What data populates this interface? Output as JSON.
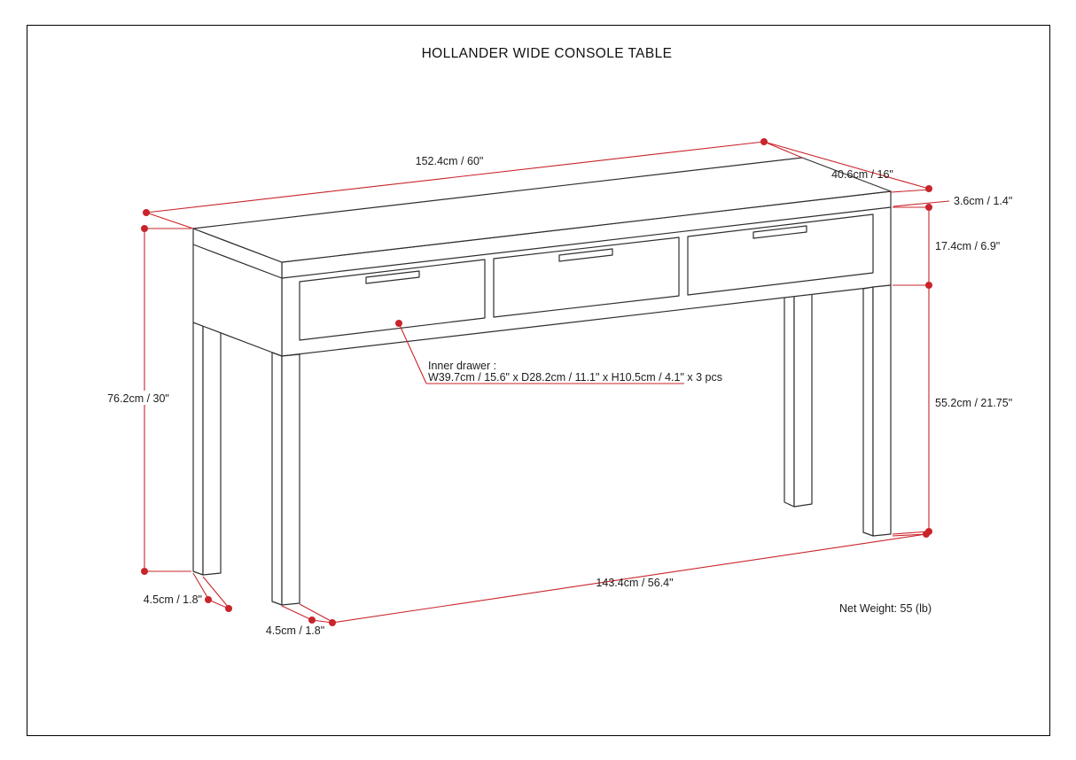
{
  "title": "HOLLANDER WIDE CONSOLE TABLE",
  "footer": {
    "net_weight": "Net Weight: 55 (lb)"
  },
  "dimensions": {
    "length": "152.4cm / 60\"",
    "depth": "40.6cm / 16\"",
    "top_thickness": "3.6cm / 1.4\"",
    "apron_height": "17.4cm / 6.9\"",
    "overall_height": "76.2cm / 30\"",
    "leg_height": "55.2cm / 21.75\"",
    "front_span": "143.4cm / 56.4\"",
    "leg_depth": "4.5cm / 1.8\"",
    "leg_width": "4.5cm / 1.8\""
  },
  "annotations": {
    "inner_drawer_title": "Inner drawer :",
    "inner_drawer_specs": "W39.7cm / 15.6\" x D28.2cm / 11.1\" x H10.5cm / 4.1\" x 3 pcs"
  },
  "colors": {
    "dimension_red": "#c9242b",
    "line_black": "#2f2f2f",
    "background": "#ffffff"
  }
}
